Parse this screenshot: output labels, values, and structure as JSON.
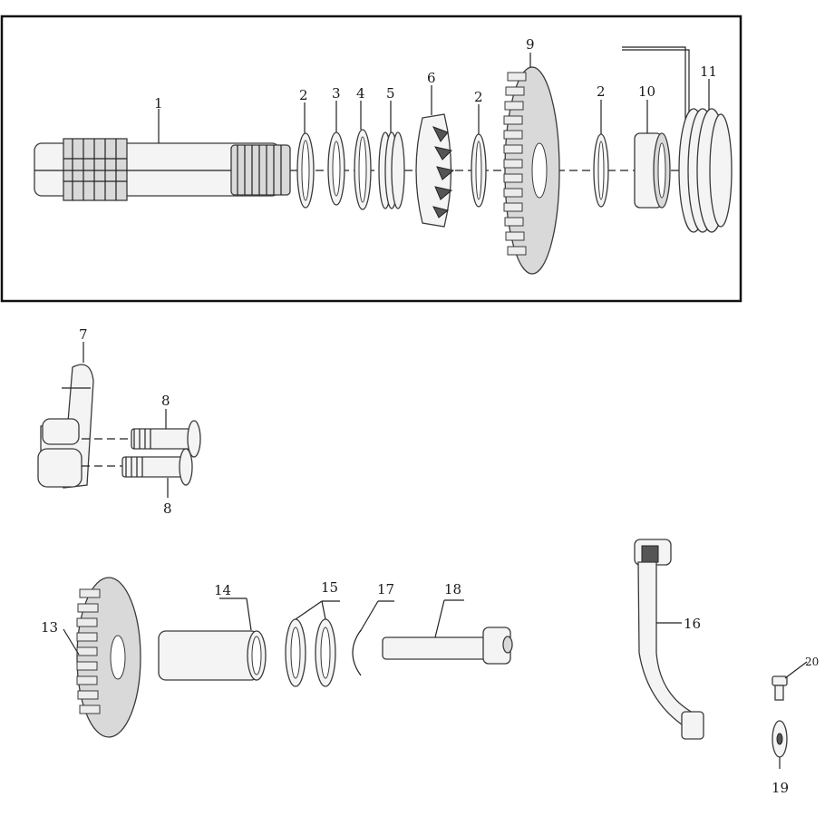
{
  "labels": {
    "p1": "1",
    "p2a": "2",
    "p3": "3",
    "p4": "4",
    "p5": "5",
    "p6": "6",
    "p2b": "2",
    "p9": "9",
    "p2c": "2",
    "p10": "10",
    "p11": "11",
    "p7": "7",
    "p8a": "8",
    "p8b": "8",
    "p13": "13",
    "p14": "14",
    "p15": "15",
    "p17": "17",
    "p18": "18",
    "p16": "16",
    "p20": "20",
    "p19": "19"
  }
}
